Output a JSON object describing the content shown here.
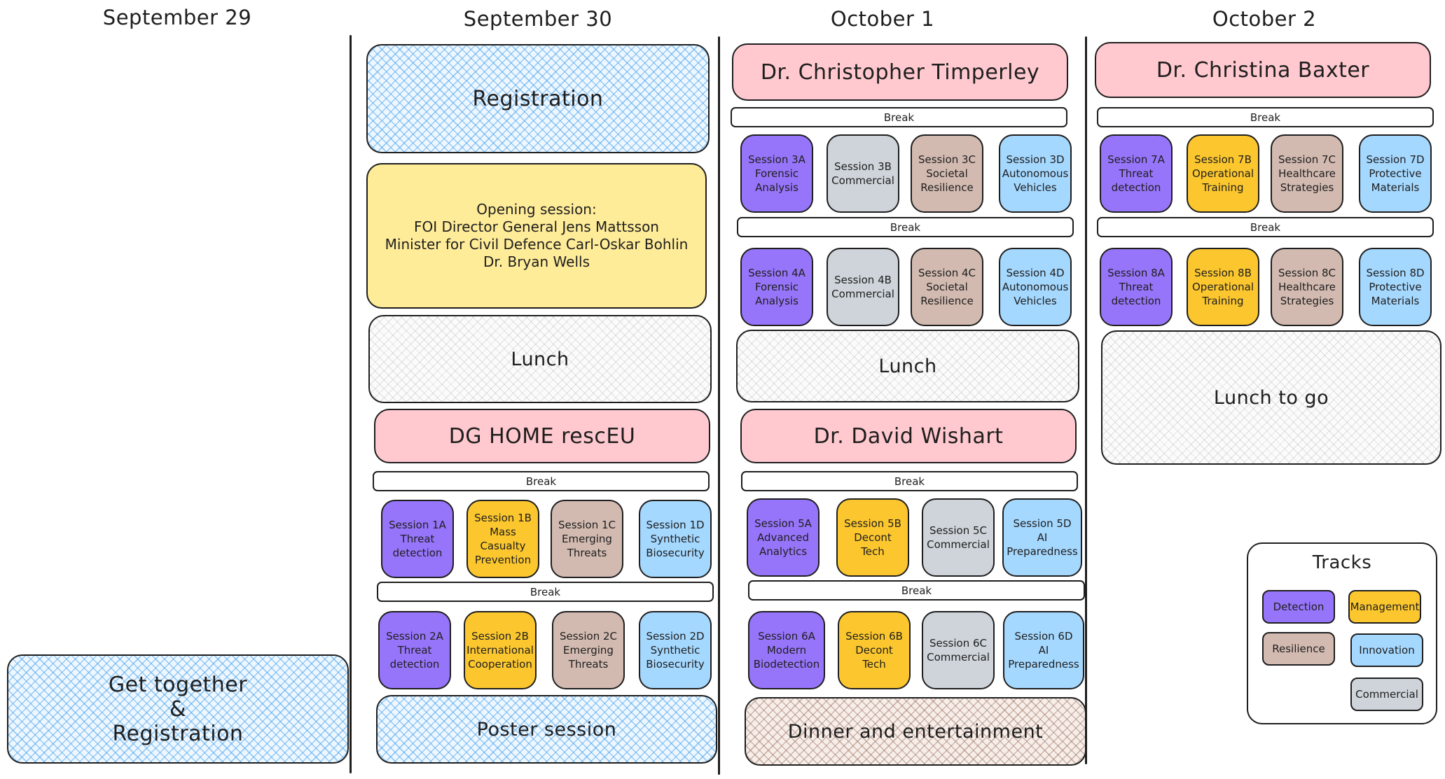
{
  "colors": {
    "Detection": "#9775fa",
    "Management": "#fcc72e",
    "Resilience": "#d2bab0",
    "Innovation": "#a5d8ff",
    "Commercial": "#ced4da",
    "keynote_pink": "#ffc9cf",
    "opening_yellow": "#ffec99"
  },
  "days": {
    "sep29": {
      "title": "September 29",
      "get_together": "Get together\n&\nRegistration"
    },
    "sep30": {
      "title": "September 30",
      "registration": "Registration",
      "opening": "Opening session:\nFOI Director General Jens Mattsson\nMinister for Civil Defence Carl-Oskar Bohlin\nDr. Bryan Wells",
      "lunch": "Lunch",
      "keynote": "DG HOME rescEU",
      "break1": "Break",
      "sessions1": [
        {
          "label": "Session 1A\nThreat\ndetection",
          "track": "Detection"
        },
        {
          "label": "Session 1B\nMass\nCasualty\nPrevention",
          "track": "Management"
        },
        {
          "label": "Session 1C\nEmerging\nThreats",
          "track": "Resilience"
        },
        {
          "label": "Session 1D\nSynthetic\nBiosecurity",
          "track": "Innovation"
        }
      ],
      "break2": "Break",
      "sessions2": [
        {
          "label": "Session 2A\nThreat\ndetection",
          "track": "Detection"
        },
        {
          "label": "Session 2B\nInternational\nCooperation",
          "track": "Management"
        },
        {
          "label": "Session 2C\nEmerging\nThreats",
          "track": "Resilience"
        },
        {
          "label": "Session 2D\nSynthetic\nBiosecurity",
          "track": "Innovation"
        }
      ],
      "poster": "Poster session"
    },
    "oct1": {
      "title": "October 1",
      "keynote1": "Dr. Christopher Timperley",
      "break1": "Break",
      "sessions3": [
        {
          "label": "Session 3A\nForensic\nAnalysis",
          "track": "Detection"
        },
        {
          "label": "Session 3B\nCommercial",
          "track": "Commercial"
        },
        {
          "label": "Session 3C\nSocietal\nResilience",
          "track": "Resilience"
        },
        {
          "label": "Session 3D\nAutonomous\nVehicles",
          "track": "Innovation"
        }
      ],
      "break2": "Break",
      "sessions4": [
        {
          "label": "Session 4A\nForensic\nAnalysis",
          "track": "Detection"
        },
        {
          "label": "Session 4B\nCommercial",
          "track": "Commercial"
        },
        {
          "label": "Session 4C\nSocietal\nResilience",
          "track": "Resilience"
        },
        {
          "label": "Session 4D\nAutonomous\nVehicles",
          "track": "Innovation"
        }
      ],
      "lunch": "Lunch",
      "keynote2": "Dr. David Wishart",
      "break3": "Break",
      "sessions5": [
        {
          "label": "Session 5A\nAdvanced\nAnalytics",
          "track": "Detection"
        },
        {
          "label": "Session 5B\nDecont\nTech",
          "track": "Management"
        },
        {
          "label": "Session 5C\nCommercial",
          "track": "Commercial"
        },
        {
          "label": "Session 5D\nAI\nPreparedness",
          "track": "Innovation"
        }
      ],
      "break4": "Break",
      "sessions6": [
        {
          "label": "Session 6A\nModern\nBiodetection",
          "track": "Detection"
        },
        {
          "label": "Session 6B\nDecont\nTech",
          "track": "Management"
        },
        {
          "label": "Session 6C\nCommercial",
          "track": "Commercial"
        },
        {
          "label": "Session 6D\nAI\nPreparedness",
          "track": "Innovation"
        }
      ],
      "dinner": "Dinner and entertainment"
    },
    "oct2": {
      "title": "October 2",
      "keynote": "Dr. Christina Baxter",
      "break1": "Break",
      "sessions7": [
        {
          "label": "Session 7A\nThreat\ndetection",
          "track": "Detection"
        },
        {
          "label": "Session 7B\nOperational\nTraining",
          "track": "Management"
        },
        {
          "label": "Session 7C\nHealthcare\nStrategies",
          "track": "Resilience"
        },
        {
          "label": "Session 7D\nProtective\nMaterials",
          "track": "Innovation"
        }
      ],
      "break2": "Break",
      "sessions8": [
        {
          "label": "Session 8A\nThreat\ndetection",
          "track": "Detection"
        },
        {
          "label": "Session 8B\nOperational\nTraining",
          "track": "Management"
        },
        {
          "label": "Session 8C\nHealthcare\nStrategies",
          "track": "Resilience"
        },
        {
          "label": "Session 8D\nProtective\nMaterials",
          "track": "Innovation"
        }
      ],
      "lunch": "Lunch to go"
    }
  },
  "legend": {
    "title": "Tracks",
    "items": [
      {
        "label": "Detection",
        "track": "Detection"
      },
      {
        "label": "Management",
        "track": "Management"
      },
      {
        "label": "Resilience",
        "track": "Resilience"
      },
      {
        "label": "Innovation",
        "track": "Innovation"
      },
      {
        "label": "Commercial",
        "track": "Commercial"
      }
    ]
  }
}
